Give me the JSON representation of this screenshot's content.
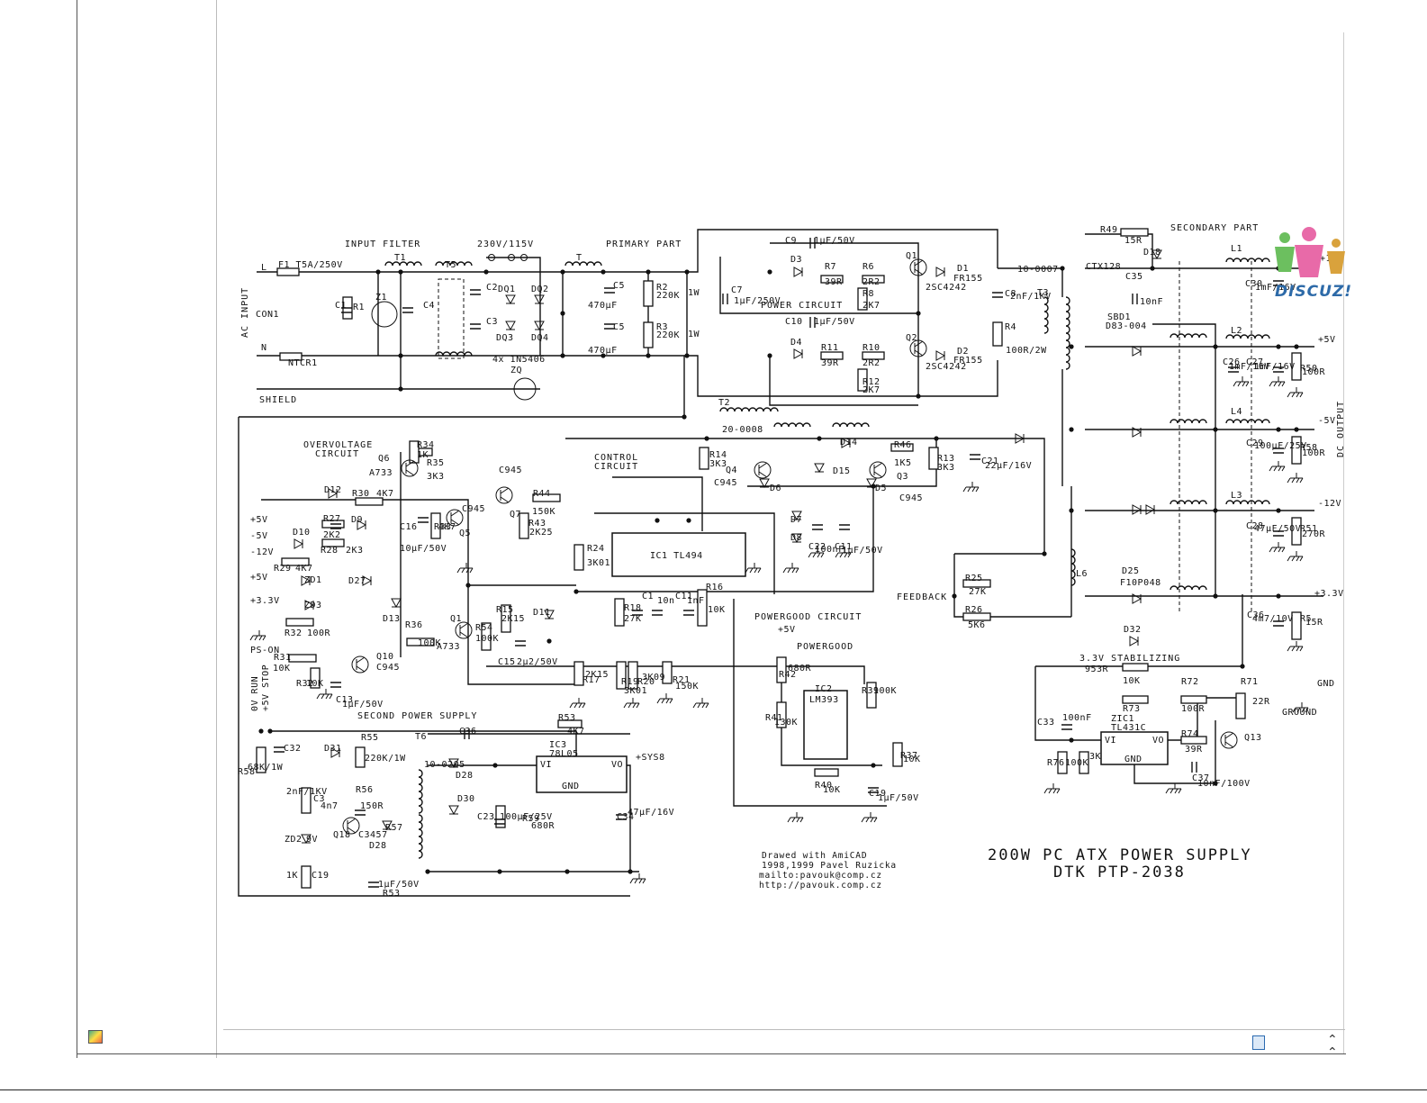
{
  "diagram": {
    "title_line1": "200W PC ATX POWER SUPPLY",
    "title_line2": "DTK PTP-2038",
    "credits": [
      "Drawed with AmiCAD",
      "1998,1999 Pavel Ruzicka",
      "mailto:pavouk@comp.cz",
      "http://pavouk.comp.cz"
    ],
    "sections": {
      "input_filter": "INPUT FILTER",
      "primary_part": "PRIMARY PART",
      "voltage_select": "230V/115V",
      "power_circuit": "POWER CIRCUIT",
      "secondary_part": "SECONDARY PART",
      "overvoltage_1": "OVERVOLTAGE",
      "overvoltage_2": "CIRCUIT",
      "control_1": "CONTROL",
      "control_2": "CIRCUIT",
      "powergood_circuit": "POWERGOOD CIRCUIT",
      "powergood_signal": "POWERGOOD",
      "second_power_supply": "SECOND POWER SUPPLY",
      "stabilizing": "3.3V STABILIZING",
      "feedback": "FEEDBACK",
      "ac_input": "AC INPUT",
      "dc_output": "DC OUTPUT",
      "shield": "SHIELD",
      "con1": "CON1",
      "gnd": "GND",
      "ground": "GROUND"
    },
    "outputs": [
      "+12V",
      "+5V",
      "-5V",
      "-12V",
      "+3.3V"
    ],
    "aux_rails": [
      "+5V",
      "-5V",
      "-12V",
      "+5V",
      "+3.3V",
      "PS-ON",
      "0V RUN",
      "+5V STOP",
      "+SYS8",
      "+5V"
    ],
    "ics": {
      "ic1": "IC1 TL494",
      "ic2": "IC2",
      "ic2_part": "LM393",
      "ic3": "IC3",
      "ic3_part": "78L05",
      "zic1": "ZIC1",
      "zic1_part": "TL431C",
      "ic3_vi": "VI",
      "ic3_vo": "VO",
      "ic3_gnd": "GND",
      "zic1_vi": "VI",
      "zic1_vo": "VO",
      "zic1_gnd": "GND"
    },
    "components": [
      "F1 T5A/250V",
      "T1",
      "T5",
      "C1",
      "R1",
      "Z1",
      "C4",
      "C2",
      "C3",
      "DQ1",
      "DQ2",
      "DQ3",
      "DQ4",
      "4x 1N5406",
      "ZQ",
      "T",
      "R2",
      "220K",
      "1W",
      "R3",
      "220K",
      "1W",
      "470µF",
      "470µF",
      "C5",
      "C5",
      "C7",
      "1µF/250V",
      "C9",
      "1µF/50V",
      "C10",
      "1µF/50V",
      "D3",
      "R7",
      "39R",
      "R6",
      "2R2",
      "R8",
      "2K7",
      "D4",
      "R11",
      "39R",
      "R10",
      "2R2",
      "R12",
      "2K7",
      "Q1",
      "2SC4242",
      "Q2",
      "2SC4242",
      "D1",
      "FR155",
      "D2",
      "FR155",
      "C8",
      "2nF/1KV",
      "R4",
      "100R/2W",
      "T3",
      "10-0007",
      "T2",
      "20-0008",
      "R49",
      "15R",
      "D18",
      "CTX128",
      "C35",
      "10nF",
      "SBD1",
      "D83-004",
      "L1",
      "L2",
      "L3",
      "L4",
      "L6",
      "C30",
      "1mF/16V",
      "C26",
      "1mF/16V",
      "C27",
      "1mF/16V",
      "C29",
      "100µF/25V",
      "C28",
      "47µF/50V",
      "R50",
      "100R",
      "R58",
      "100R",
      "R51",
      "270R",
      "C36",
      "4m7/10V",
      "R5",
      "15R",
      "D25",
      "F10P048",
      "D32",
      "R34",
      "1K",
      "R35",
      "3K3",
      "Q6",
      "A733",
      "Q7",
      "C945",
      "Q5",
      "C945",
      "D12",
      "R30",
      "4K7",
      "R27",
      "2K2",
      "D9",
      "D10",
      "R28",
      "2K3",
      "R29",
      "4K7",
      "ZD1",
      "D27",
      "ZD3",
      "R32",
      "100R",
      "C16",
      "10µF/50V",
      "R33",
      "4K7",
      "R44",
      "150K",
      "R43",
      "2K25",
      "D13",
      "R36",
      "100K",
      "Q1",
      "A733",
      "R54",
      "100K",
      "R15",
      "2K15",
      "C15",
      "2µ2/50V",
      "D11",
      "R31",
      "10K",
      "Q10",
      "C945",
      "R32",
      "10K",
      "C13",
      "1µF/50V",
      "R14",
      "3K3",
      "Q4",
      "C945",
      "D6",
      "D14",
      "R46",
      "1K5",
      "R13",
      "3K3",
      "Q3",
      "C945",
      "D5",
      "D15",
      "C21",
      "22µF/16V",
      "D7",
      "D8",
      "C22",
      "100nF",
      "C11",
      "1µF/50V",
      "R24",
      "3K01",
      "R18",
      "27K",
      "C1",
      "10n",
      "C11",
      "1nF",
      "R16",
      "10K",
      "R19",
      "3K01",
      "R20",
      "3K09",
      "R21",
      "150K",
      "R17",
      "2K15",
      "R25",
      "27K",
      "R26",
      "5K6",
      "R42",
      "680R",
      "R39",
      "100K",
      "R41",
      "130K",
      "R37",
      "10K",
      "R40",
      "10K",
      "C19",
      "1µF/50V",
      "R53",
      "4K7",
      "C36",
      "D28",
      "D30",
      "C23",
      "100µF/25V",
      "R59",
      "680R",
      "C34",
      "47µF/16V",
      "T6",
      "10-0205",
      "R58",
      "68K/1W",
      "C32",
      "2nF/1KV",
      "D31",
      "R55",
      "220K/1W",
      "R56",
      "150R",
      "C3",
      "4n7",
      "ZD2",
      "9V",
      "Q18",
      "C3457",
      "D28",
      "R57",
      "1K",
      "C19",
      "1µF/50V",
      "R53",
      "953R",
      "C33",
      "100nF",
      "R73",
      "10K",
      "R72",
      "100R",
      "R71",
      "22R",
      "R74",
      "39R",
      "Q13",
      "R76",
      "100K",
      "3K01",
      "C37",
      "10nF/100V",
      "NTCR1",
      "L",
      "N"
    ]
  },
  "watermark": {
    "text": "DISCUZ!",
    "colors": [
      "#e86aa8",
      "#6cbf5f",
      "#d9a23c"
    ]
  },
  "viewer": {
    "icons": [
      "image-icon",
      "edit-icon",
      "scroll-top-icon"
    ]
  }
}
